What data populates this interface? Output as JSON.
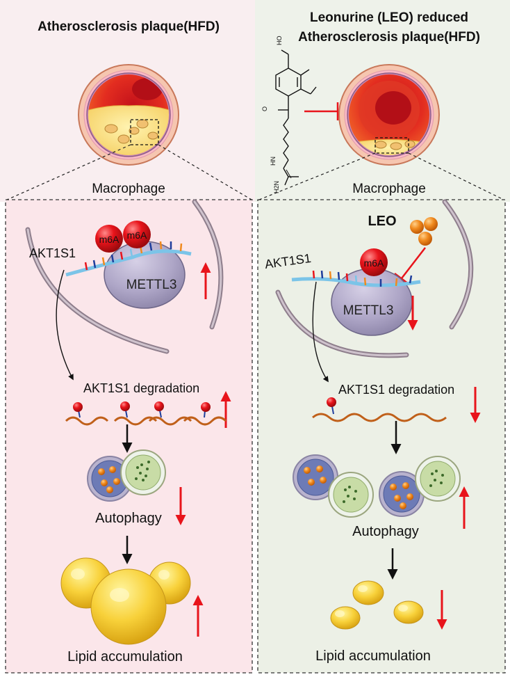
{
  "left": {
    "title": "Atherosclerosis plaque(HFD)",
    "cell_label": "Macrophage",
    "gene": "AKT1S1",
    "m6a_1": "m6A",
    "m6a_2": "m6A",
    "enzyme": "METTL3",
    "degradation": "AKT1S1 degradation",
    "autophagy": "Autophagy",
    "lipid": "Lipid accumulation"
  },
  "right": {
    "title_line1": "Leonurine (LEO) reduced",
    "title_line2": "Atherosclerosis plaque(HFD)",
    "cell_label": "Macrophage",
    "drug": "LEO",
    "gene": "AKT1S1",
    "m6a": "m6A",
    "enzyme": "METTL3",
    "degradation": "AKT1S1 degradation",
    "autophagy": "Autophagy",
    "lipid": "Lipid accumulation"
  },
  "chem_labels": {
    "oh": "HO",
    "nh": "HN",
    "nh2": "H2N",
    "o": "O"
  },
  "colors": {
    "left_panel_bg": "#fbe6ea",
    "right_panel_bg": "#ecf0e6",
    "arrow_red": "#e8141b"
  }
}
